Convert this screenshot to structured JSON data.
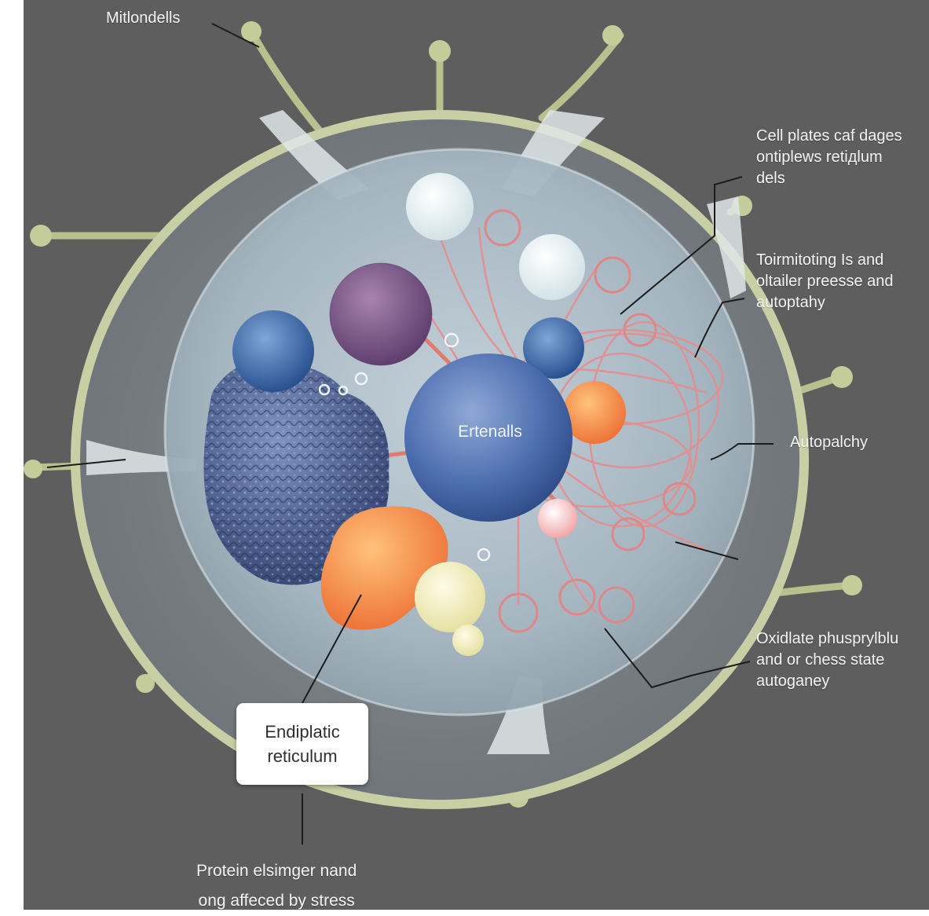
{
  "labels": {
    "top_left": "Mitlondells",
    "top_right": [
      "Cell plates caf dages",
      "ontiplews retiдlum",
      "dels"
    ],
    "mid_right": [
      "Toirmitoting Is and",
      "oltailer preesse and",
      "autoptahy"
    ],
    "right": "Autopalchy",
    "lower_right": [
      "Oxidlate phusprylblu",
      "and or chess state",
      "autoganey"
    ],
    "er_box": [
      "Endiplatic",
      "reticulum"
    ],
    "bottom": [
      "Protein elsimger nand",
      "ong affeced by stress"
    ],
    "center": "Ertenalls"
  },
  "colors": {
    "background": "#5e5e5e",
    "membrane": "#c9cfa4",
    "cytoplasm": "#9eb0bc",
    "nucleus": "#45588f",
    "vesicle_orange": "#f2894a",
    "vesicle_purple": "#7a4f86",
    "vesicle_blue": "#3f6aa6",
    "filament": "#e08a8a"
  }
}
